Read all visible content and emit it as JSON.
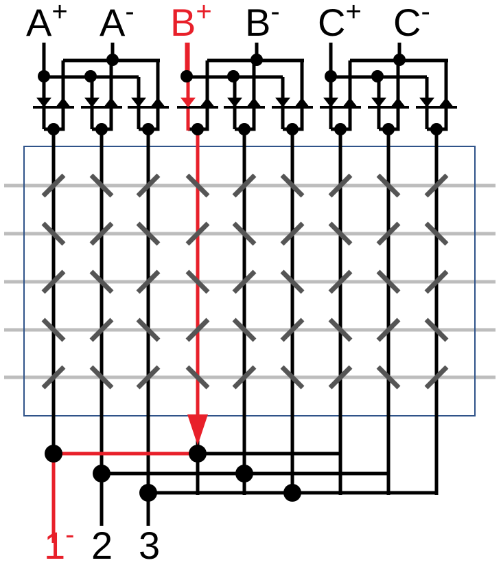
{
  "colors": {
    "wire": "#000000",
    "highlight": "#e8202a",
    "grid_line": "#bdbdbd",
    "mirror": "#555555",
    "box": "#2f5389"
  },
  "terminals": {
    "a_plus": {
      "letter": "A",
      "sign": "+"
    },
    "a_minus": {
      "letter": "A",
      "sign": "-"
    },
    "b_plus": {
      "letter": "B",
      "sign": "+"
    },
    "b_minus": {
      "letter": "B",
      "sign": "-"
    },
    "c_plus": {
      "letter": "C",
      "sign": "+"
    },
    "c_minus": {
      "letter": "C",
      "sign": "-"
    }
  },
  "outputs": {
    "out1": {
      "number": "1",
      "sign": "-"
    },
    "out2": {
      "number": "2"
    },
    "out3": {
      "number": "3"
    }
  },
  "highlighted_path": {
    "from": "B+",
    "to": "1-"
  }
}
